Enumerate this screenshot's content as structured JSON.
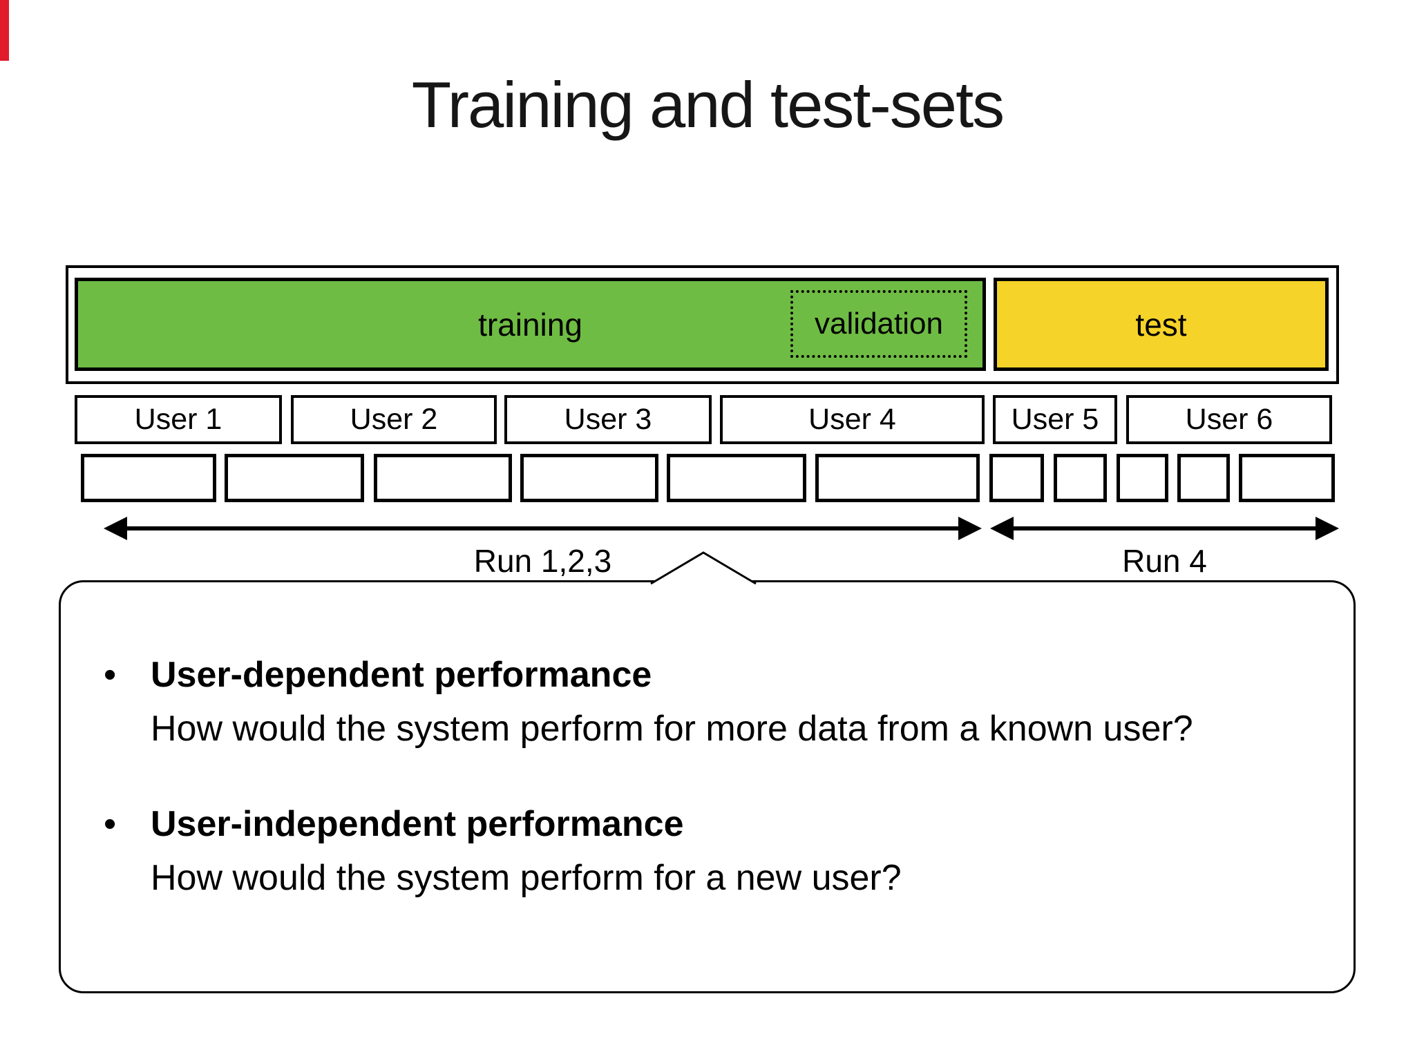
{
  "slide": {
    "title": "Training and test-sets",
    "background": "#ffffff"
  },
  "diagram": {
    "bars": {
      "training": {
        "label": "training",
        "color": "#6fbc44"
      },
      "validation": {
        "label": "validation"
      },
      "test": {
        "label": "test",
        "color": "#f5d328"
      }
    },
    "users": [
      "User 1",
      "User 2",
      "User 3",
      "User 4",
      "User 5",
      "User 6"
    ],
    "runs": {
      "left_label": "Run 1,2,3",
      "right_label": "Run 4"
    }
  },
  "callout": {
    "bullet_char": "•",
    "bullets": [
      {
        "heading": "User-dependent performance",
        "body": "How would the system perform for more data from a known user?"
      },
      {
        "heading": "User-independent performance",
        "body": "How would the system perform for a new user?"
      }
    ]
  },
  "decorations": {
    "corner_mark_color": "#e01b2c"
  }
}
